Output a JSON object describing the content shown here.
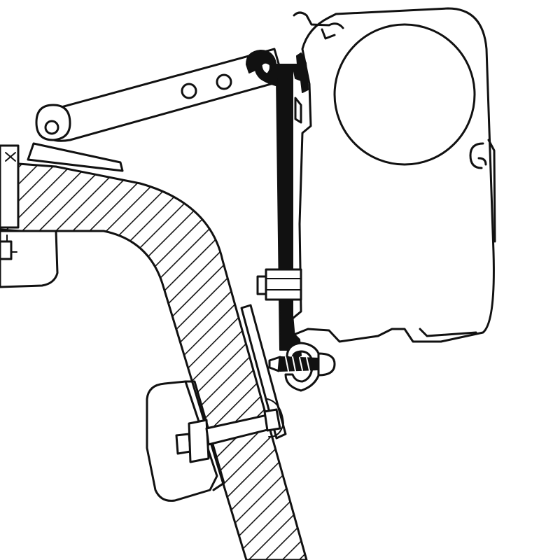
{
  "diagram": {
    "labels": [],
    "colors": {
      "line": "#111111",
      "fill": "#ffffff",
      "hatch": "#111111",
      "bracket": "#111111"
    },
    "parts": [
      "vehicle-roof-wall-section",
      "awning-cassette",
      "awning-roller-tube",
      "mounting-adapter-bracket",
      "hinged-support-arm",
      "roof-rail-clamp",
      "lower-wall-clamp-plate",
      "bolt-and-nut",
      "screw-fastener"
    ]
  }
}
